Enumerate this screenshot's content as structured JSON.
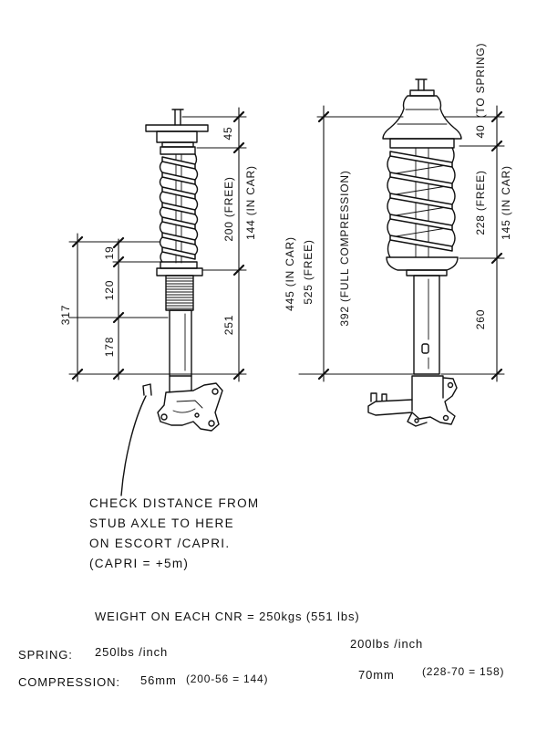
{
  "left_strut": {
    "mount_dim": "45",
    "spring_free": "200 (FREE)",
    "spring_in_car": "144 (IN CAR)",
    "body_dim": "251",
    "side_overall": "317",
    "collar_gap": "19",
    "collar_dim": "120",
    "lower_dim": "178"
  },
  "center_dims": {
    "overall_in_car": "445 (IN CAR)",
    "overall_free": "525 (FREE)",
    "full_compression": "392 (FULL COMPRESSION)"
  },
  "right_strut": {
    "top_note": "(TO SPRING)",
    "mount_dim": "40",
    "spring_free": "228 (FREE)",
    "spring_in_car": "145 (IN CAR)",
    "body_dim": "260"
  },
  "note": {
    "lines": [
      "CHECK DISTANCE FROM",
      "STUB AXLE TO HERE",
      "ON ESCORT /CAPRI.",
      "(CAPRI = +5m)"
    ]
  },
  "specs": {
    "corner_weight": "WEIGHT ON EACH CNR = 250kgs (551 lbs)",
    "spring_label": "SPRING:",
    "left_spring_rate": "250lbs /inch",
    "compression_label": "COMPRESSION:",
    "left_compression": "56mm",
    "left_calc": "(200-56 = 144)",
    "right_spring_rate": "200lbs /inch",
    "right_compression": "70mm",
    "right_calc": "(228-70 = 158)"
  },
  "colors": {
    "ink": "#111111",
    "paper": "#ffffff"
  }
}
